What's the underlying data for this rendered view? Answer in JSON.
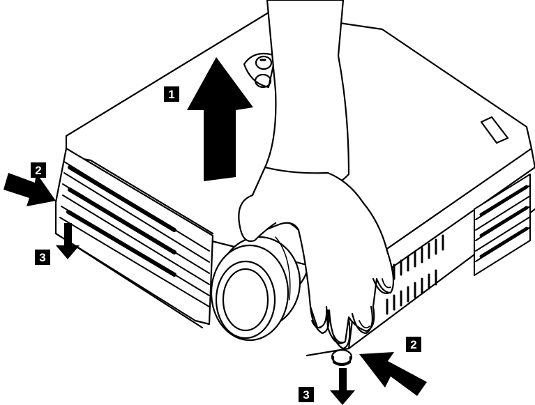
{
  "diagram": {
    "steps": {
      "step1": "1",
      "step2_left": "2",
      "step2_right": "2",
      "step3_left": "3",
      "step3_right": "3"
    },
    "colors": {
      "ink": "#000000",
      "paper": "#ffffff"
    }
  }
}
